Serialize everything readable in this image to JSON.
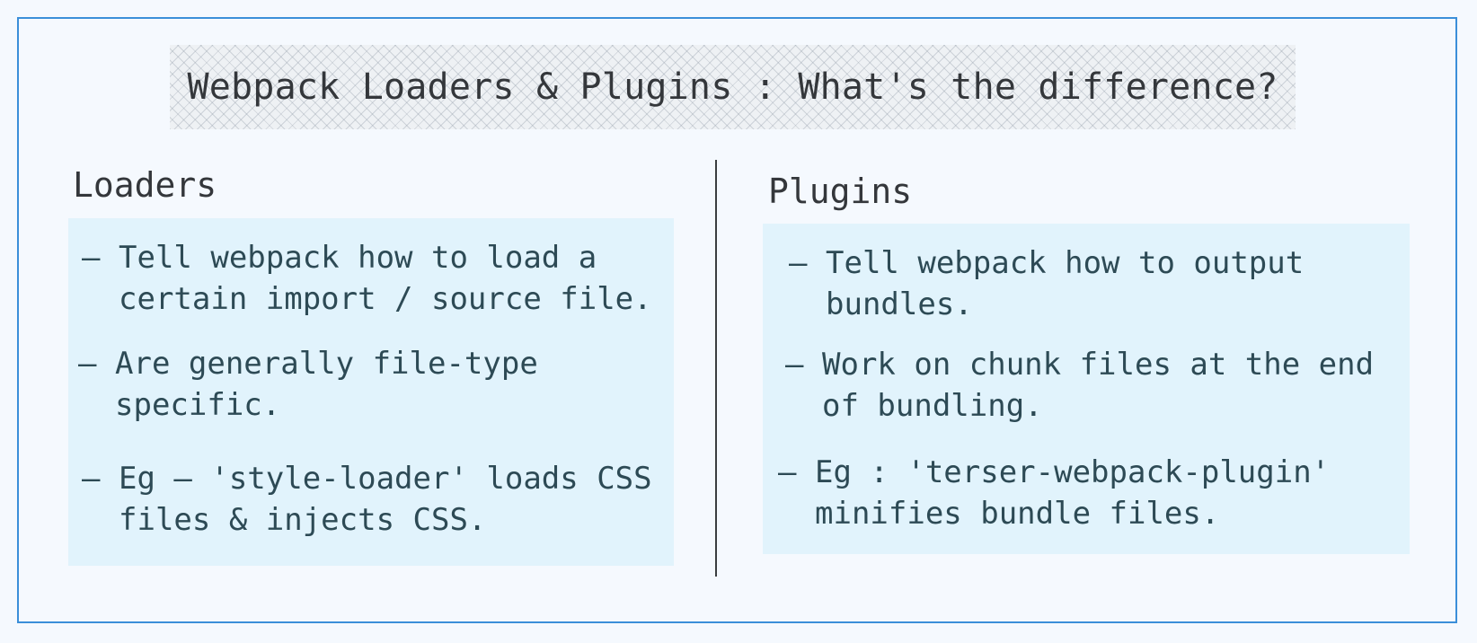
{
  "diagram": {
    "title": "Webpack Loaders & Plugins : What's the difference?",
    "columns": [
      {
        "heading": "Loaders",
        "items": [
          {
            "bullet": "–",
            "lines": [
              "Tell webpack how to load a",
              "certain import / source file."
            ]
          },
          {
            "bullet": "–",
            "lines": [
              "Are generally file-type",
              "specific."
            ]
          },
          {
            "bullet": "–",
            "lines": [
              "Eg – 'style-loader' loads CSS",
              "files & injects CSS."
            ]
          }
        ]
      },
      {
        "heading": "Plugins",
        "items": [
          {
            "bullet": "–",
            "lines": [
              "Tell webpack how to output",
              "bundles."
            ]
          },
          {
            "bullet": "–",
            "lines": [
              "Work on chunk files at the end",
              "of bundling."
            ]
          },
          {
            "bullet": "–",
            "lines": [
              "Eg : 'terser-webpack-plugin'",
              "minifies bundle files."
            ]
          }
        ]
      }
    ],
    "colors": {
      "background": "#f5f9fe",
      "frame_border": "#3b8fd9",
      "panel_fill": "#e1f3fc",
      "item_text": "#2d4a55",
      "heading_text": "#34373b",
      "divider": "#3a3d40"
    }
  }
}
